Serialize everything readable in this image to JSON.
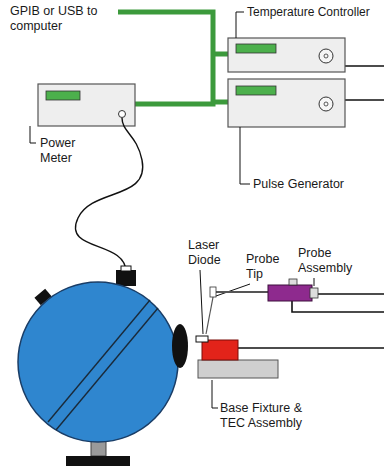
{
  "diagram": {
    "labels": [
      "GPIB or USB to computer",
      "Temperature Controller",
      "Pulse Generator",
      "Power Meter",
      "Laser Diode",
      "Probe Tip",
      "Probe Assembly",
      "Base Fixture & TEC Assembly"
    ]
  }
}
